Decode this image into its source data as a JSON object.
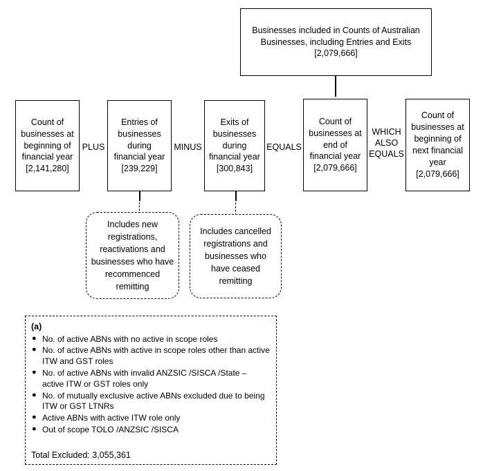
{
  "diagram": {
    "title_box": {
      "line1": "Businesses included in Counts of Australian",
      "line2": "Businesses, including Entries and Exits",
      "value": "[2,079,666]"
    },
    "equation_boxes": [
      {
        "id": "beginning-of-financial-year",
        "line1": "Count of",
        "line2": "businesses at",
        "line3": "beginning of",
        "line4": "financial year",
        "value": "[2,141,280]"
      },
      {
        "id": "entries-during-financial-year",
        "line1": "Entries of",
        "line2": "businesses",
        "line3": "during",
        "line4": "financial year",
        "value": "[239,229]"
      },
      {
        "id": "exits-during-financial-year",
        "line1": "Exits of",
        "line2": "businesses",
        "line3": "during",
        "line4": "financial year",
        "value": "[300,843]"
      },
      {
        "id": "end-of-financial-year",
        "line1": "Count of",
        "line2": "businesses at",
        "line3": "end of",
        "line4": "financial year",
        "value": "[2,079,666]"
      },
      {
        "id": "beginning-of-next-financial-year",
        "line1": "Count of",
        "line2": "businesses at",
        "line3": "beginning of",
        "line4": "next financial",
        "line5": "year",
        "value": "[2,079,666]"
      }
    ],
    "operators": {
      "plus": "PLUS",
      "minus": "MINUS",
      "equals": "EQUALS",
      "which_also_equals_line1": "WHICH",
      "which_also_equals_line2": "ALSO",
      "which_also_equals_line3": "EQUALS"
    },
    "notes": [
      {
        "id": "entries-note",
        "line1": "Includes new",
        "line2": "registrations,",
        "line3": "reactivations and",
        "line4": "businesses who have",
        "line5": "recommenced",
        "line6": "remitting"
      },
      {
        "id": "exits-note",
        "line1": "Includes cancelled",
        "line2": "registrations and",
        "line3": "businesses who",
        "line4": "have ceased",
        "line5": "remitting"
      }
    ],
    "footnote": {
      "label": "(a)",
      "bullet_glyph": "●",
      "items": [
        "No. of active ABNs with no active in scope roles",
        "No. of active ABNs with active in scope roles other than active ITW and GST  roles",
        "No. of active ABNs with invalid ANZSIC /SISCA /State – active ITW or GST  roles only",
        "No. of mutually exclusive active ABNs excluded due to being ITW or GST  LTNRs",
        "Active ABNs with active ITW role only",
        "Out of scope TOLO  /ANZSIC  /SISCA"
      ],
      "total": "Total  Excluded: 3,055,361"
    },
    "colors": {
      "stroke": "#000000",
      "background": "#ffffff",
      "text": "#000000"
    }
  }
}
